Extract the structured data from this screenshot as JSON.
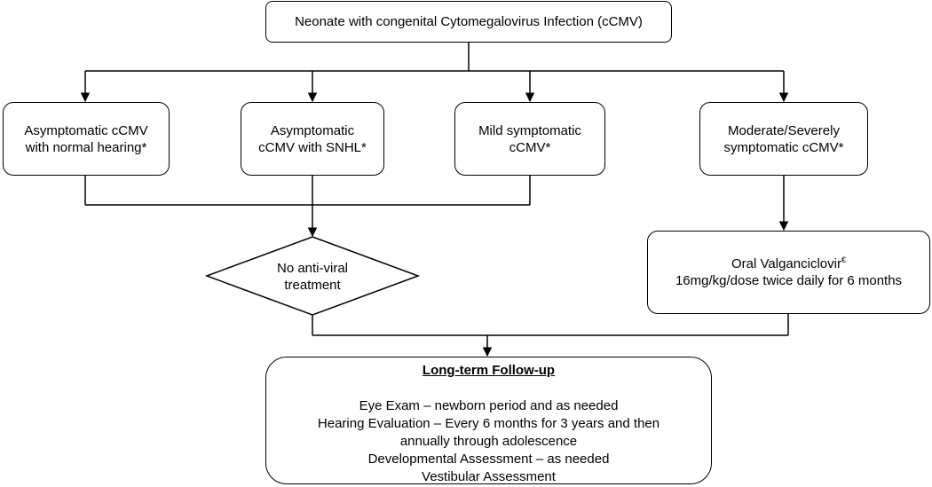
{
  "root": {
    "label": "Neonate with congenital Cytomegalovirus Infection (cCMV)"
  },
  "categories": [
    {
      "lines": [
        "Asymptomatic cCMV",
        "with normal hearing*"
      ]
    },
    {
      "lines": [
        "Asymptomatic",
        "cCMV with SNHL*"
      ]
    },
    {
      "lines": [
        "Mild symptomatic",
        "cCMV*"
      ]
    },
    {
      "lines": [
        "Moderate/Severely",
        "symptomatic cCMV*"
      ]
    }
  ],
  "decision": {
    "lines": [
      "No anti-viral",
      "treatment"
    ]
  },
  "treatment": {
    "drug": "Oral Valganciclovir",
    "footnote_mark": "€",
    "dose": "16mg/kg/dose twice daily for 6 months"
  },
  "followup": {
    "title": "Long-term Follow-up",
    "items": [
      "Eye Exam – newborn period and as needed",
      "Hearing Evaluation – Every 6 months for 3 years and then",
      "annually through adolescence",
      "Developmental Assessment – as needed",
      "Vestibular Assessment"
    ]
  },
  "colors": {
    "line": "#000000",
    "box_fill": "#ffffff",
    "text": "#000000"
  }
}
